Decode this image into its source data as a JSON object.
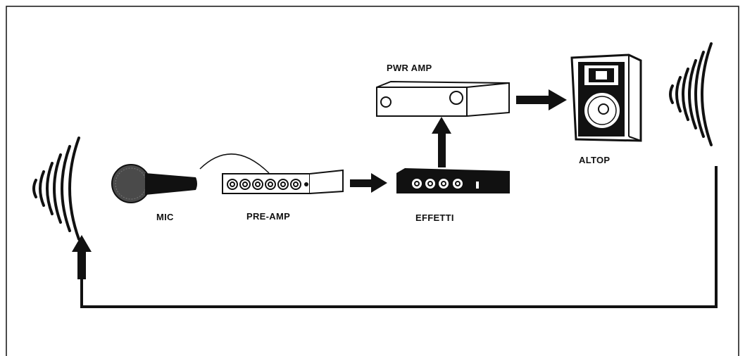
{
  "labels": {
    "mic": "MIC",
    "preamp": "PRE-AMP",
    "effects": "EFFETTI",
    "power_amp": "PWR AMP",
    "speaker": "ALTOP"
  },
  "colors": {
    "ink": "#111111",
    "paper": "#ffffff",
    "mic_head": "#4a4a4a"
  }
}
